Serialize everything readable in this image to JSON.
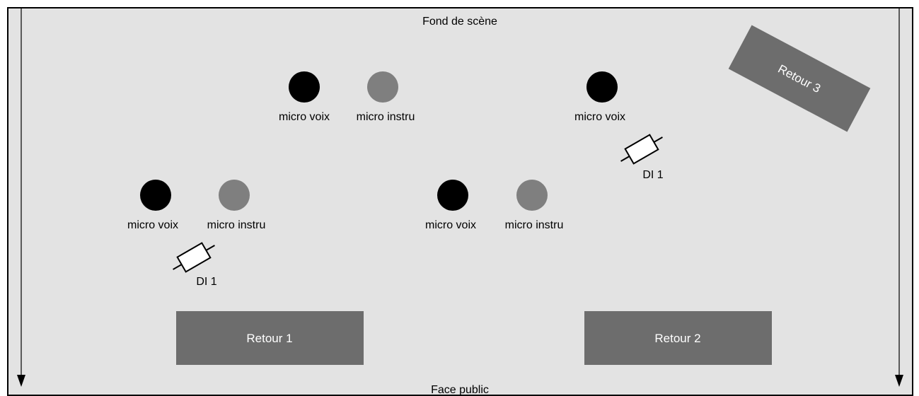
{
  "stage": {
    "back_label": "Fond de scène",
    "front_label": "Face public"
  },
  "colors": {
    "stage_bg": "#e3e3e3",
    "vocal_mic": "#000000",
    "instrument_mic": "#7f7f7f",
    "monitor": "#6d6d6d"
  },
  "mics": [
    {
      "type": "voix",
      "label": "micro voix"
    },
    {
      "type": "instru",
      "label": "micro instru"
    },
    {
      "type": "voix",
      "label": "micro voix"
    },
    {
      "type": "voix",
      "label": "micro voix"
    },
    {
      "type": "instru",
      "label": "micro instru"
    },
    {
      "type": "voix",
      "label": "micro voix"
    },
    {
      "type": "instru",
      "label": "micro instru"
    }
  ],
  "di_boxes": [
    {
      "label": "DI 1"
    },
    {
      "label": "DI 1"
    }
  ],
  "monitors": [
    {
      "label": "Retour 1"
    },
    {
      "label": "Retour 2"
    },
    {
      "label": "Retour 3"
    }
  ]
}
